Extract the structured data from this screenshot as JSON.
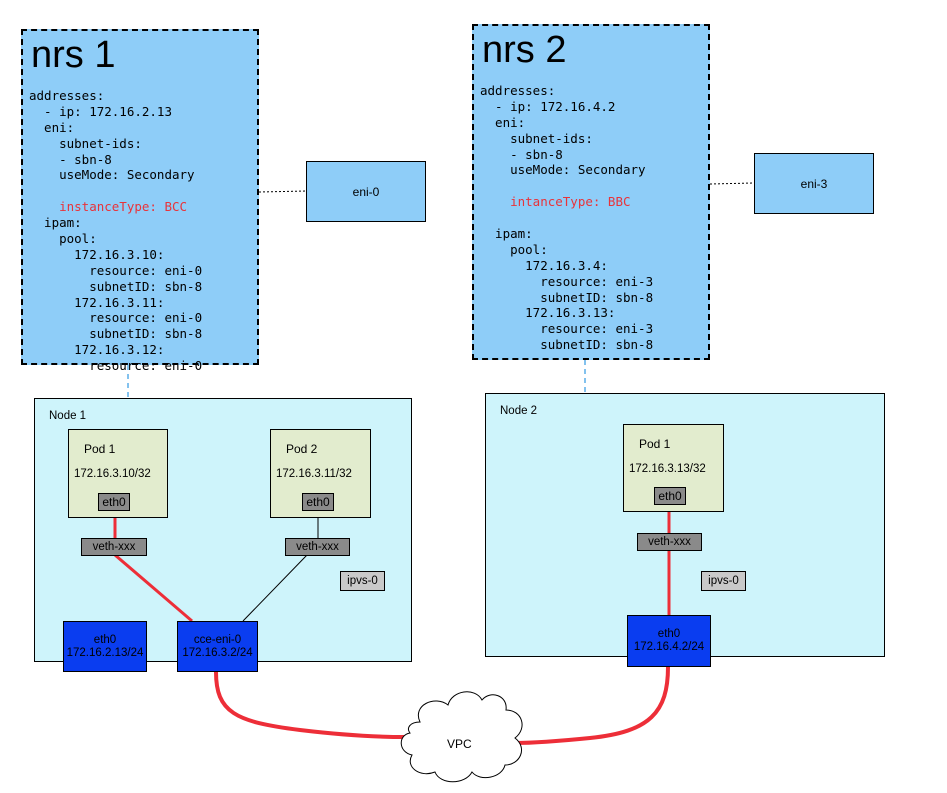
{
  "nrs1": {
    "title": "nrs 1",
    "lines": [
      {
        "text": "addresses:",
        "red": false
      },
      {
        "text": "  - ip: 172.16.2.13",
        "red": false
      },
      {
        "text": "  eni:",
        "red": false
      },
      {
        "text": "    subnet-ids:",
        "red": false
      },
      {
        "text": "    - sbn-8",
        "red": false
      },
      {
        "text": "    useMode: Secondary",
        "red": false
      },
      {
        "text": "",
        "red": false
      },
      {
        "text": "    instanceType: BCC",
        "red": true
      },
      {
        "text": "  ipam:",
        "red": false
      },
      {
        "text": "    pool:",
        "red": false
      },
      {
        "text": "      172.16.3.10:",
        "red": false
      },
      {
        "text": "        resource: eni-0",
        "red": false
      },
      {
        "text": "        subnetID: sbn-8",
        "red": false
      },
      {
        "text": "      172.16.3.11:",
        "red": false
      },
      {
        "text": "        resource: eni-0",
        "red": false
      },
      {
        "text": "        subnetID: sbn-8",
        "red": false
      },
      {
        "text": "      172.16.3.12:",
        "red": false
      },
      {
        "text": "        resource: eni-0",
        "red": false
      }
    ]
  },
  "nrs2": {
    "title": "nrs 2",
    "lines": [
      {
        "text": "addresses:",
        "red": false
      },
      {
        "text": "  - ip: 172.16.4.2",
        "red": false
      },
      {
        "text": "  eni:",
        "red": false
      },
      {
        "text": "    subnet-ids:",
        "red": false
      },
      {
        "text": "    - sbn-8",
        "red": false
      },
      {
        "text": "    useMode: Secondary",
        "red": false
      },
      {
        "text": "",
        "red": false
      },
      {
        "text": "    intanceType: BBC",
        "red": true
      },
      {
        "text": "",
        "red": false
      },
      {
        "text": "  ipam:",
        "red": false
      },
      {
        "text": "    pool:",
        "red": false
      },
      {
        "text": "      172.16.3.4:",
        "red": false
      },
      {
        "text": "        resource: eni-3",
        "red": false
      },
      {
        "text": "        subnetID: sbn-8",
        "red": false
      },
      {
        "text": "      172.16.3.13:",
        "red": false
      },
      {
        "text": "        resource: eni-3",
        "red": false
      },
      {
        "text": "        subnetID: sbn-8",
        "red": false
      }
    ]
  },
  "eni0": "eni-0",
  "eni3": "eni-3",
  "node1": {
    "label": "Node 1",
    "pod1": {
      "name": "Pod 1",
      "ip": "172.16.3.10/32",
      "eth": "eth0"
    },
    "pod2": {
      "name": "Pod 2",
      "ip": "172.16.3.11/32",
      "eth": "eth0"
    },
    "veth1": "veth-xxx",
    "veth2": "veth-xxx",
    "ipvs": "ipvs-0",
    "eth0": {
      "name": "eth0",
      "ip": "172.16.2.13/24"
    },
    "cce": {
      "name": "cce-eni-0",
      "ip": "172.16.3.2/24"
    }
  },
  "node2": {
    "label": "Node 2",
    "pod1": {
      "name": "Pod 1",
      "ip": "172.16.3.13/32",
      "eth": "eth0"
    },
    "veth": "veth-xxx",
    "ipvs": "ipvs-0",
    "eth0": {
      "name": "eth0",
      "ip": "172.16.4.2/24"
    }
  },
  "vpc": "VPC",
  "colors": {
    "nrs_fill": "#8ecdf8",
    "node_fill": "#cef4fb",
    "pod_fill": "#e2ecce",
    "nic_blue": "#0a3df0",
    "veth_gray": "#8a8a8a",
    "ipvs_gray": "#c9c9c9",
    "link_red": "#ed2e38",
    "highlight_red": "#e8333a"
  }
}
